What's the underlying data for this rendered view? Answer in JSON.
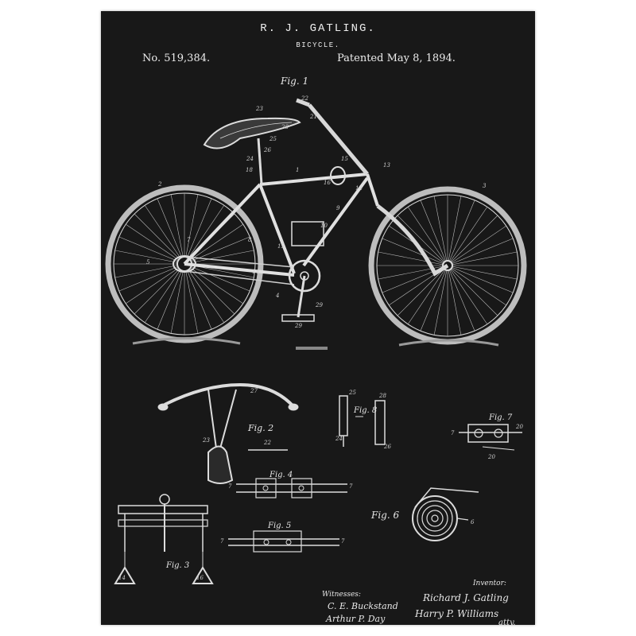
{
  "header": {
    "inventor": "R. J. GATLING.",
    "subject": "BICYCLE.",
    "patent_number": "No. 519,384.",
    "patent_date": "Patented May 8, 1894."
  },
  "figures": {
    "fig1": "Fig. 1",
    "fig2": "Fig. 2",
    "fig3": "Fig. 3",
    "fig4": "Fig. 4",
    "fig5": "Fig. 5",
    "fig6": "Fig. 6",
    "fig7": "Fig. 7",
    "fig8": "Fig. 8"
  },
  "signatures": {
    "witnesses_label": "Witnesses:",
    "witness_1": "C. E. Buckstand",
    "witness_2": "Arthur P. Day",
    "inventor_label": "Inventor:",
    "inventor_name": "Richard J. Gatling",
    "attorney_name": "Harry P. Williams",
    "attorney_suffix": "atty."
  },
  "colors": {
    "background": "#181818",
    "ink": "#ececec",
    "frame": "#ffffff"
  }
}
